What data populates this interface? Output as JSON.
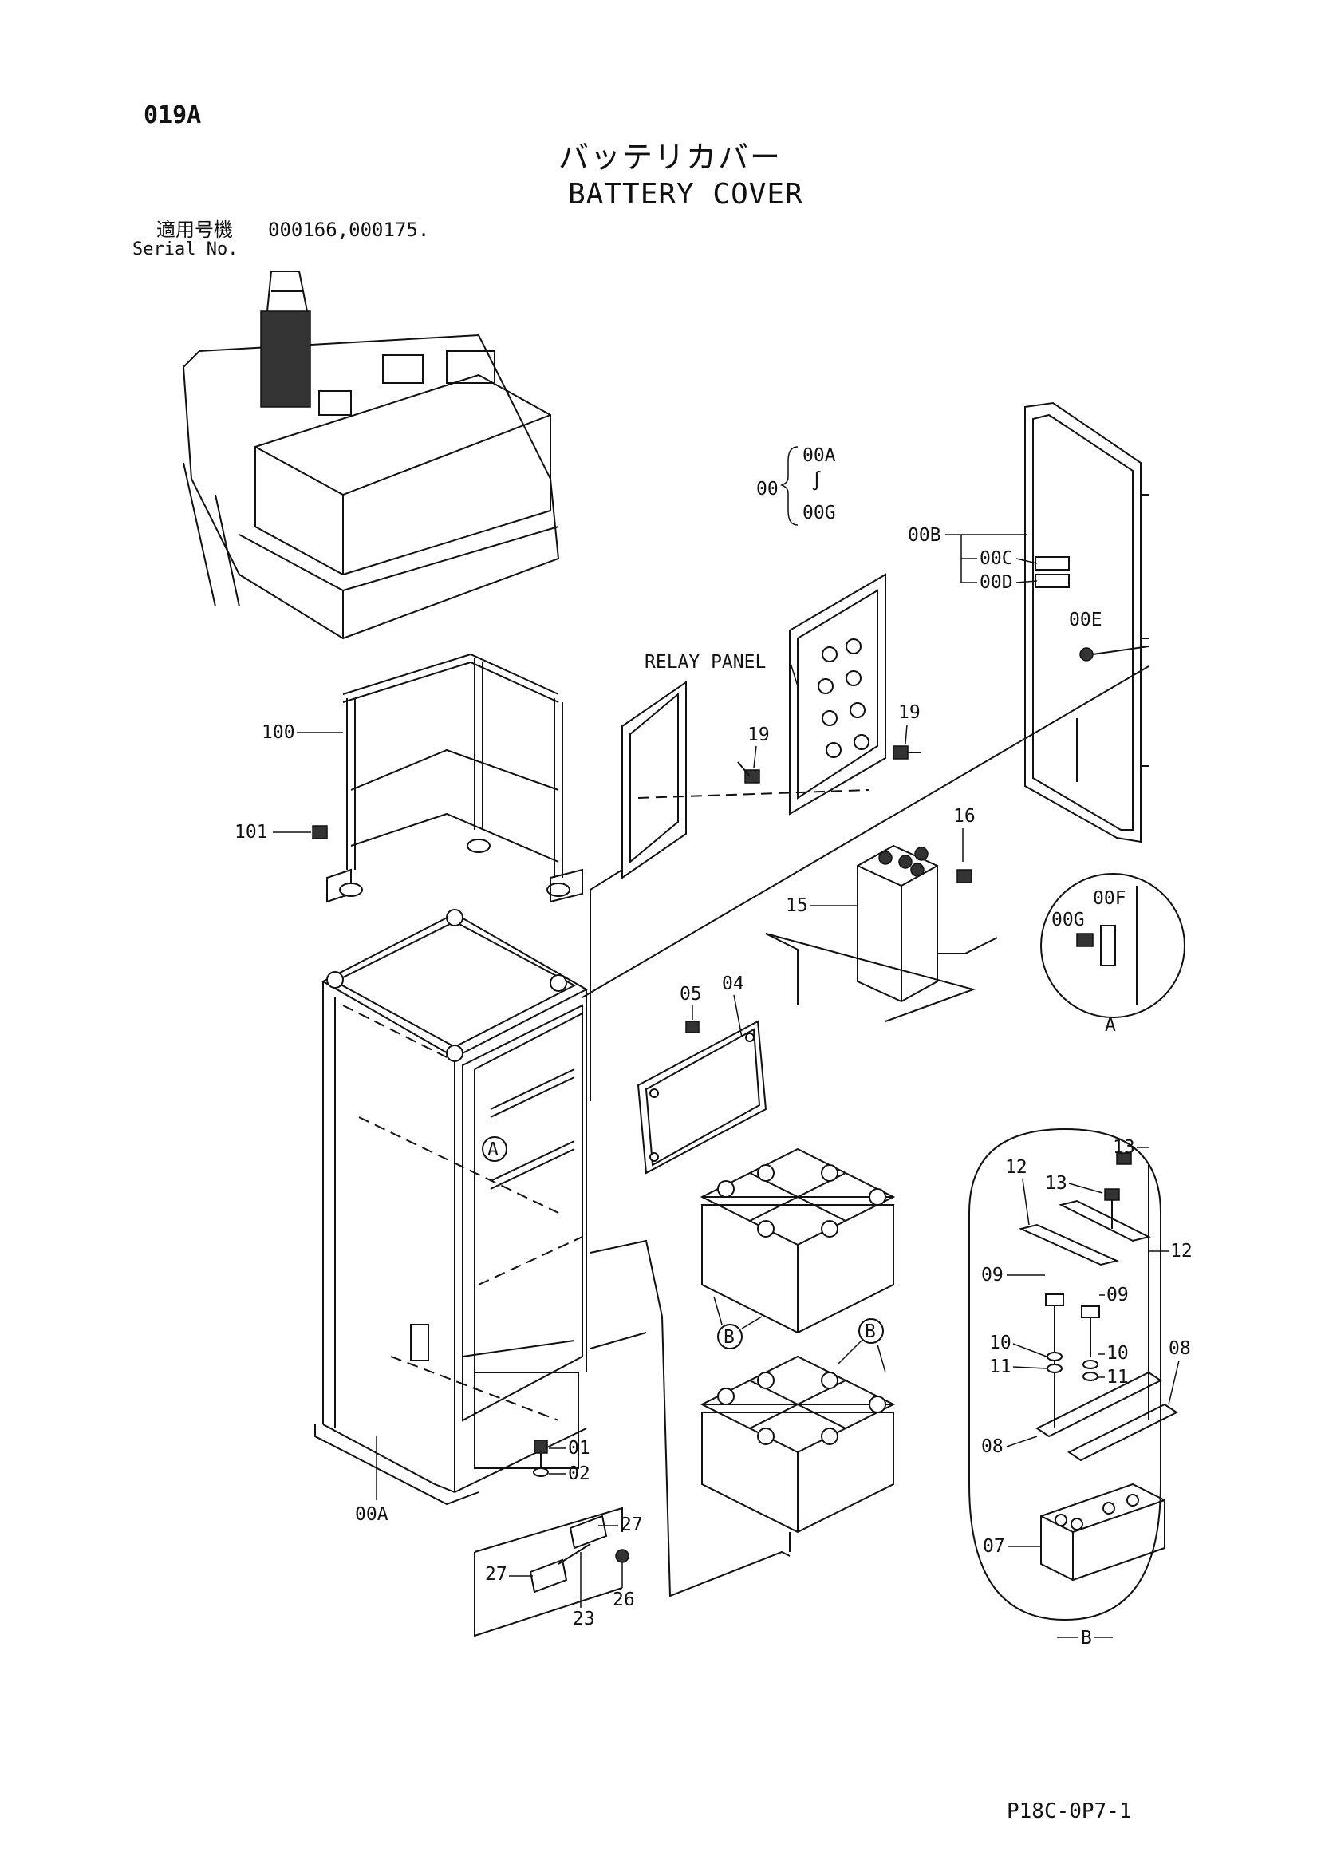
{
  "header": {
    "page_code": "019A",
    "title_jp": "バッテリカバー",
    "title_en": "BATTERY COVER",
    "serial_label_jp": "適用号機",
    "serial_values": "000166,000175.",
    "serial_label_en": "Serial No."
  },
  "callouts": {
    "group_00": "00",
    "range_start": "00A",
    "range_end": "00G",
    "door_00B": "00B",
    "door_00C": "00C",
    "door_00D": "00D",
    "door_00E": "00E",
    "relay_panel": "RELAY PANEL",
    "p19a": "19",
    "p19b": "19",
    "p100": "100",
    "p101": "101",
    "p16": "16",
    "p15": "15",
    "p05": "05",
    "p04": "04",
    "detail_00F": "00F",
    "detail_00G": "00G",
    "detail_a_label": "A",
    "marker_a": "A",
    "marker_b1": "B",
    "marker_b2": "B",
    "p01": "01",
    "p02": "02",
    "p00A": "00A",
    "p27a": "27",
    "p27b": "27",
    "p26": "26",
    "p23": "23",
    "p13a": "13",
    "p13b": "13",
    "p12a": "12",
    "p12b": "12",
    "p09a": "09",
    "p09b": "09",
    "p10a": "10",
    "p10b": "10",
    "p11a": "11",
    "p11b": "11",
    "p08a": "08",
    "p08b": "08",
    "p07": "07",
    "detail_b_label": "B"
  },
  "footer": {
    "code": "P18C-0P7-1"
  }
}
